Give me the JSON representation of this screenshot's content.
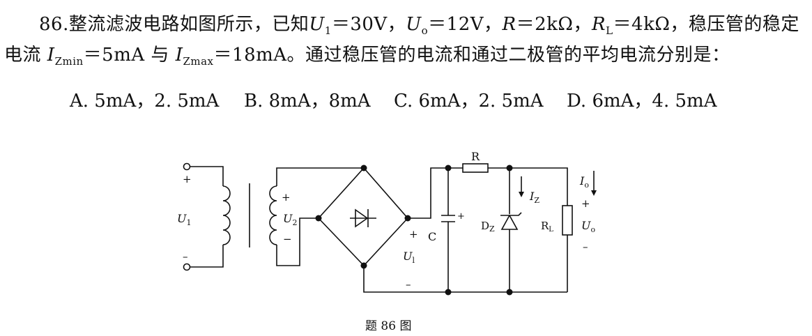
{
  "question": {
    "number": "86.",
    "text_a": "整流滤波电路如图所示，已知",
    "u1_sym": "U",
    "u1_sub": "1",
    "u1_val": "＝30V，",
    "uo_sym": "U",
    "uo_sub": "o",
    "uo_val": "＝12V，",
    "r_sym": "R",
    "r_val": "＝2kΩ，",
    "rl_sym": "R",
    "rl_sub": "L",
    "rl_val": "＝4kΩ，稳压管的稳定",
    "text_b": "电流",
    "izmin_sym": "I",
    "izmin_sub": "Zmin",
    "izmin_val": "＝5mA 与",
    "izmax_sym": "I",
    "izmax_sub": "Zmax",
    "izmax_val": "＝18mA。通过稳压管的电流和通过二极管的平均电流分别是："
  },
  "options": {
    "a": "A. 5mA，2. 5mA",
    "b": "B. 8mA，8mA",
    "c": "C. 6mA，2. 5mA",
    "d": "D. 6mA，4. 5mA"
  },
  "circuit": {
    "u1_label": "U",
    "u1_label_sub": "1",
    "u2_label": "U",
    "u2_label_sub": "2",
    "plus": "+",
    "minus": "−",
    "minus_bar": "–",
    "cap_label": "C",
    "cap_plus": "+",
    "r_label": "R",
    "iz_label": "I",
    "iz_label_sub": "Z",
    "dz_label": "D",
    "dz_label_sub": "Z",
    "rl_label": "R",
    "rl_label_sub": "L",
    "io_label": "I",
    "io_label_sub": "o",
    "uo_label": "U",
    "uo_label_sub": "o",
    "ul_label": "U",
    "ul_label_sub": "l"
  },
  "caption": "题 86 图"
}
